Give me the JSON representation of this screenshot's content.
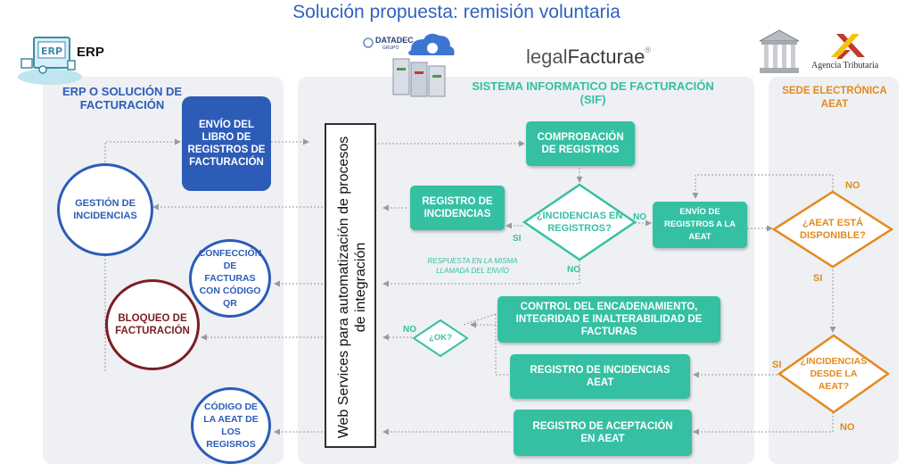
{
  "title": "Solución propuesta: remisión voluntaria",
  "logos": {
    "erp_label": "ERP",
    "erp_screen": "ERP",
    "datadec": "DATADEC",
    "datadec_sub": "GRUPO",
    "legalfacturae_light": "legal",
    "legalfacturae_dark": "Facturae",
    "registered": "®",
    "agencia": "Agencia Tributaria"
  },
  "panels": {
    "erp": "ERP O SOLUCIÓN DE FACTURACIÓN",
    "sif": "SISTEMA INFORMATICO DE FACTURACIÓN (SIF)",
    "aeat": "SEDE ELECTRÓNICA AEAT"
  },
  "erp_nodes": {
    "envio_libro": "ENVÍO DEL LIBRO DE REGISTROS DE FACTURACIÓN",
    "gestion": "GESTIÓN DE INCIDENCIAS",
    "confeccion": "CONFECCIÓN DE FACTURAS CON CÓDIGO QR",
    "bloqueo": "BLOQUEO DE FACTURACIÓN",
    "codigo": "CÓDIGO DE LA AEAT DE LOS REGISROS"
  },
  "web_services": "Web Services para automatización de procesos de integración",
  "sif_nodes": {
    "comprobacion": "COMPROBACIÓN DE REGISTROS",
    "registro_incidencias": "REGISTRO DE INCIDENCIAS",
    "diamond_incidencias": "¿INCIDENCIAS EN REGISTROS?",
    "envio_aeat": "ENVÍO DE REGISTROS A LA AEAT",
    "respuesta_note": "RESPUESTA EN LA MISMA LLAMADA DEL ENVÍO",
    "control": "CONTROL DEL ENCADENAMIENTO, INTEGRIDAD E INALTERABILIDAD DE FACTURAS",
    "ok": "¿OK?",
    "registro_inc_aeat": "REGISTRO DE INCIDENCIAS AEAT",
    "registro_aceptacion": "REGISTRO DE ACEPTACIÓN EN AEAT"
  },
  "aeat_nodes": {
    "disponible": "¿AEAT ESTÁ DISPONIBLE?",
    "incidencias": "¿INCIDENCIAS DESDE LA AEAT?"
  },
  "edge_labels": {
    "si": "SI",
    "no": "NO"
  },
  "colors": {
    "blue": "#2c5cb8",
    "teal": "#35c0a4",
    "orange": "#e38a1b",
    "darkred": "#7b1e22",
    "panel": "#eef0f3"
  }
}
